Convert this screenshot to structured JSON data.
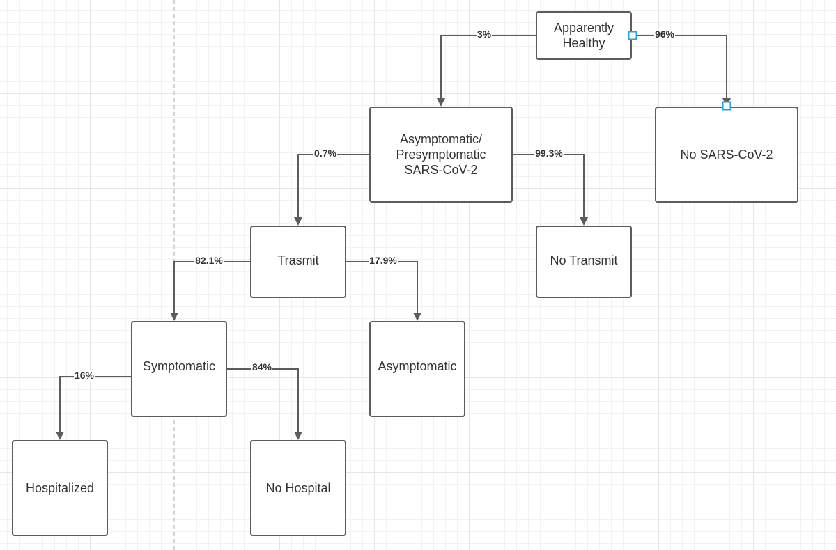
{
  "diagram": {
    "nodes": [
      {
        "id": "apparently-healthy",
        "label": "Apparently\nHealthy"
      },
      {
        "id": "asymptomatic-presymptomatic",
        "label": "Asymptomatic/\nPresymptomatic\nSARS-CoV-2"
      },
      {
        "id": "no-sars-cov-2",
        "label": "No SARS-CoV-2"
      },
      {
        "id": "trasmit",
        "label": "Trasmit"
      },
      {
        "id": "no-transmit",
        "label": "No Transmit"
      },
      {
        "id": "symptomatic",
        "label": "Symptomatic"
      },
      {
        "id": "asymptomatic",
        "label": "Asymptomatic"
      },
      {
        "id": "hospitalized",
        "label": "Hospitalized"
      },
      {
        "id": "no-hospital",
        "label": "No Hospital"
      }
    ],
    "edges": [
      {
        "from": "apparently-healthy",
        "to": "asymptomatic-presymptomatic",
        "label": "3%"
      },
      {
        "from": "apparently-healthy",
        "to": "no-sars-cov-2",
        "label": "96%"
      },
      {
        "from": "asymptomatic-presymptomatic",
        "to": "trasmit",
        "label": "0.7%"
      },
      {
        "from": "asymptomatic-presymptomatic",
        "to": "no-transmit",
        "label": "99.3%"
      },
      {
        "from": "trasmit",
        "to": "symptomatic",
        "label": "82.1%"
      },
      {
        "from": "trasmit",
        "to": "asymptomatic",
        "label": "17.9%"
      },
      {
        "from": "symptomatic",
        "to": "hospitalized",
        "label": "16%"
      },
      {
        "from": "symptomatic",
        "to": "no-hospital",
        "label": "84%"
      }
    ],
    "colors": {
      "node_border": "#5c5c5c",
      "connector": "#5c5c5c",
      "text": "#333333",
      "selection_handle": "#29a3d3",
      "grid": "#e6e6e6"
    }
  }
}
